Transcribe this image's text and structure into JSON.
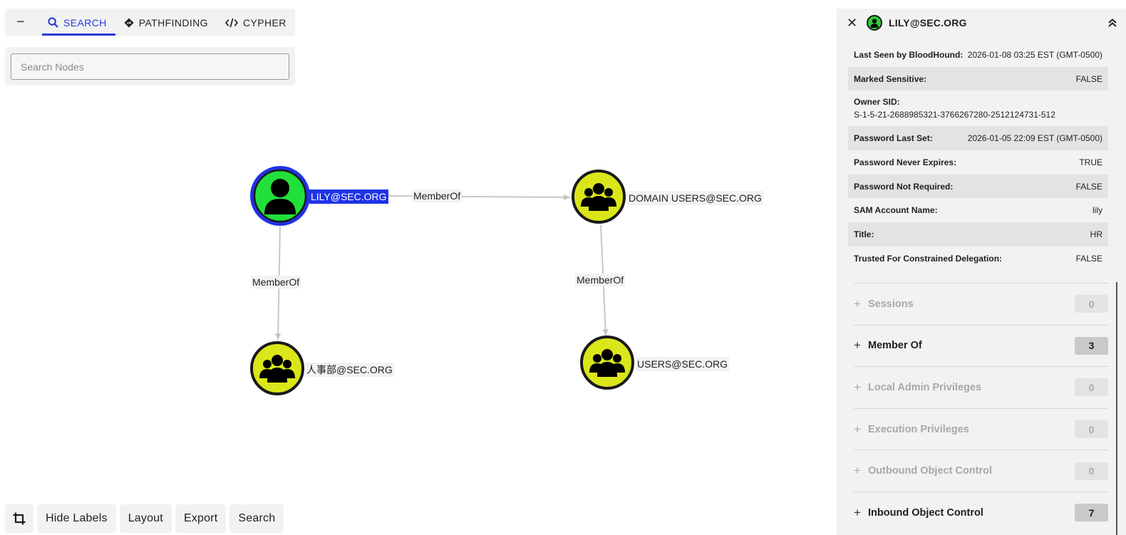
{
  "tabs": {
    "collapse_glyph": "−",
    "search": "SEARCH",
    "pathfinding": "PATHFINDING",
    "cypher": "CYPHER"
  },
  "search": {
    "placeholder": "Search Nodes",
    "value": ""
  },
  "graph": {
    "nodes": {
      "lily": {
        "label": "LILY@SEC.ORG",
        "kind": "user",
        "color": "#22e03b",
        "selected_color": "#1f33e6"
      },
      "domain_users": {
        "label": "DOMAIN USERS@SEC.ORG",
        "kind": "group",
        "color": "#dbe61a"
      },
      "hr": {
        "label": "人事部@SEC.ORG",
        "kind": "group",
        "color": "#dbe61a"
      },
      "users": {
        "label": "USERS@SEC.ORG",
        "kind": "group",
        "color": "#dbe61a"
      }
    },
    "edges": {
      "lily_domain_users": "MemberOf",
      "lily_hr": "MemberOf",
      "domain_users_users": "MemberOf"
    }
  },
  "toolbar": {
    "crop_icon": "crop-icon",
    "hide_labels": "Hide Labels",
    "layout": "Layout",
    "export": "Export",
    "search": "Search"
  },
  "panel": {
    "title": "LILY@SEC.ORG",
    "properties": [
      {
        "key": "Last Seen by BloodHound:",
        "value": "2026-01-08 03:25 EST (GMT-0500)"
      },
      {
        "key": "Marked Sensitive:",
        "value": "FALSE"
      },
      {
        "key": "Owner SID:",
        "value": "S-1-5-21-2688985321-3766267280-2512124731-512"
      },
      {
        "key": "Password Last Set:",
        "value": "2026-01-05 22:09 EST (GMT-0500)"
      },
      {
        "key": "Password Never Expires:",
        "value": "TRUE"
      },
      {
        "key": "Password Not Required:",
        "value": "FALSE"
      },
      {
        "key": "SAM Account Name:",
        "value": "lily"
      },
      {
        "key": "Title:",
        "value": "HR"
      },
      {
        "key": "Trusted For Constrained Delegation:",
        "value": "FALSE"
      }
    ],
    "sections": [
      {
        "name": "Sessions",
        "count": "0"
      },
      {
        "name": "Member Of",
        "count": "3"
      },
      {
        "name": "Local Admin Privileges",
        "count": "0"
      },
      {
        "name": "Execution Privileges",
        "count": "0"
      },
      {
        "name": "Outbound Object Control",
        "count": "0"
      },
      {
        "name": "Inbound Object Control",
        "count": "7"
      }
    ]
  }
}
